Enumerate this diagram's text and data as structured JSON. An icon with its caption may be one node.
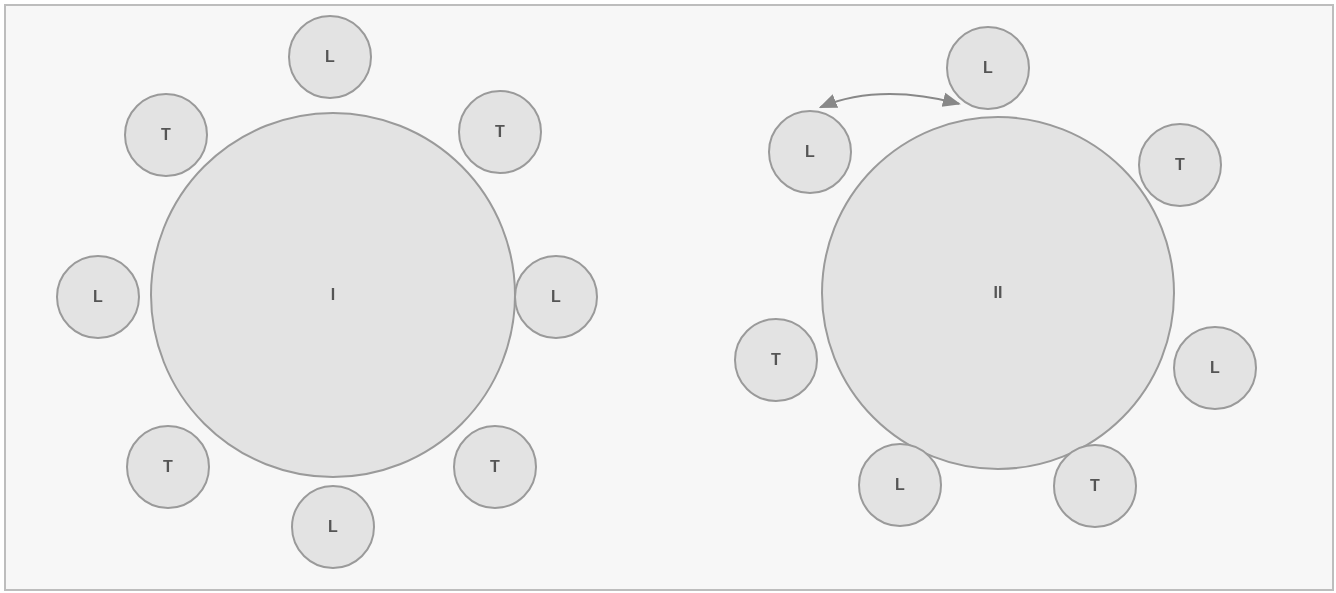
{
  "diagram": {
    "nodes": [
      {
        "text": [
          "I"
        ]
      },
      {
        "text": [
          "L"
        ]
      },
      {
        "text": [
          "T"
        ]
      },
      {
        "text": [
          "T"
        ]
      },
      {
        "text": [
          "L"
        ]
      },
      {
        "text": [
          "L"
        ]
      },
      {
        "text": [
          "T"
        ]
      },
      {
        "text": [
          "T"
        ]
      },
      {
        "text": [
          "L"
        ]
      },
      {
        "text": [
          "II"
        ]
      },
      {
        "text": [
          "L"
        ]
      },
      {
        "text": [
          "L"
        ]
      },
      {
        "text": [
          "T"
        ]
      },
      {
        "text": [
          "T"
        ]
      },
      {
        "text": [
          "L"
        ]
      },
      {
        "text": [
          "L"
        ]
      },
      {
        "text": [
          "T"
        ]
      }
    ],
    "edges": [
      {
        "from": 11,
        "to": 10,
        "arrow": "both"
      }
    ]
  }
}
